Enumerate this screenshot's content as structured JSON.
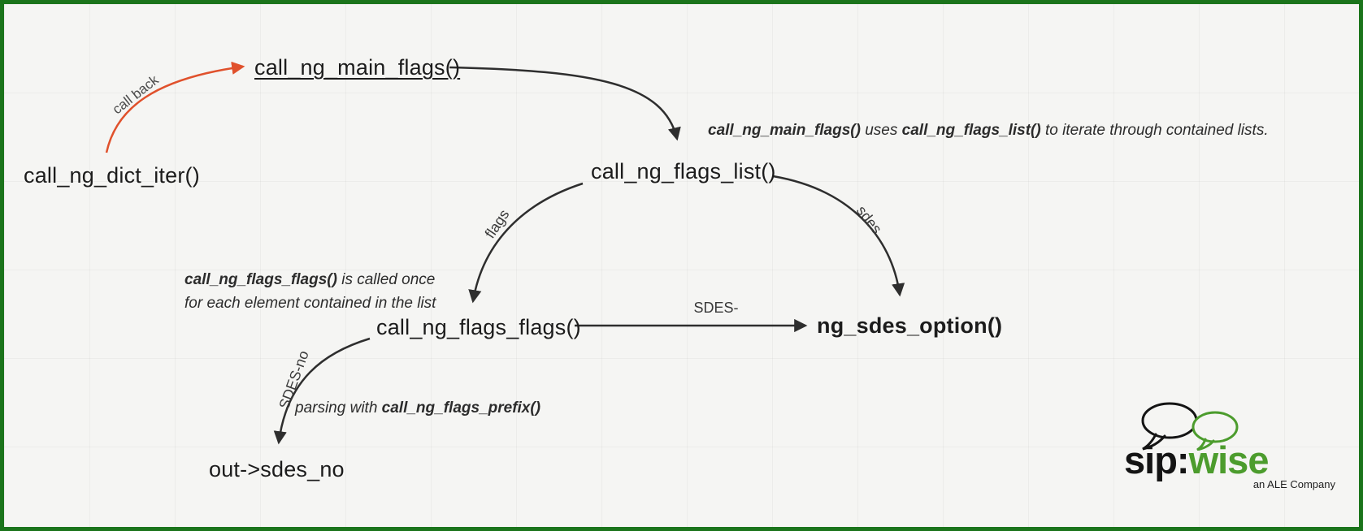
{
  "nodes": {
    "dict_iter": "call_ng_dict_iter()",
    "main_flags": "call_ng_main_flags()",
    "flags_list": "call_ng_flags_list()",
    "flags_flags": "call_ng_flags_flags()",
    "sdes_option": "ng_sdes_option()",
    "out_sdes_no": "out->sdes_no"
  },
  "edges": {
    "call_back": "call back",
    "flags": "flags",
    "sdes": "sdes",
    "sdes_dash": "SDES-",
    "sdes_no": "SDES-no"
  },
  "notes": {
    "main_flags_note": [
      {
        "t": "call_ng_main_flags()"
      },
      {
        "t": " uses "
      },
      {
        "t": "call_ng_flags_list()"
      },
      {
        "t": " to iterate through contained lists."
      }
    ],
    "flags_flags_note_line1": [
      {
        "t": "call_ng_flags_flags()"
      },
      {
        "t": " is called once"
      }
    ],
    "flags_flags_note_line2": "for each element contained in the list",
    "prefix_note": [
      {
        "t": "parsing with "
      },
      {
        "t": "call_ng_flags_prefix()"
      }
    ]
  },
  "logo": {
    "brand_left": "sip:",
    "brand_right": "wise",
    "tagline": "an ALE Company"
  },
  "colors": {
    "arrow": "#2e2e2e",
    "callback_arrow": "#e0512c",
    "border": "#1b741b",
    "brand_green": "#4c9c2d"
  }
}
